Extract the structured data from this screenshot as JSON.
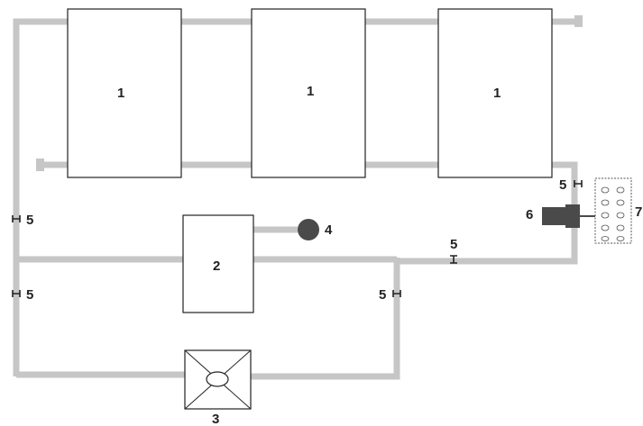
{
  "components": {
    "radiator_1": "1",
    "radiator_2": "1",
    "radiator_3": "1",
    "boiler": "2",
    "heat_exchanger": "3",
    "expansion_tank": "4",
    "valve": "5",
    "pump": "6",
    "control_panel": "7"
  },
  "colors": {
    "pipe": "#c6c6c6",
    "outline": "#222222",
    "pump": "#4a4a4a",
    "tank": "#4a4a4a"
  }
}
